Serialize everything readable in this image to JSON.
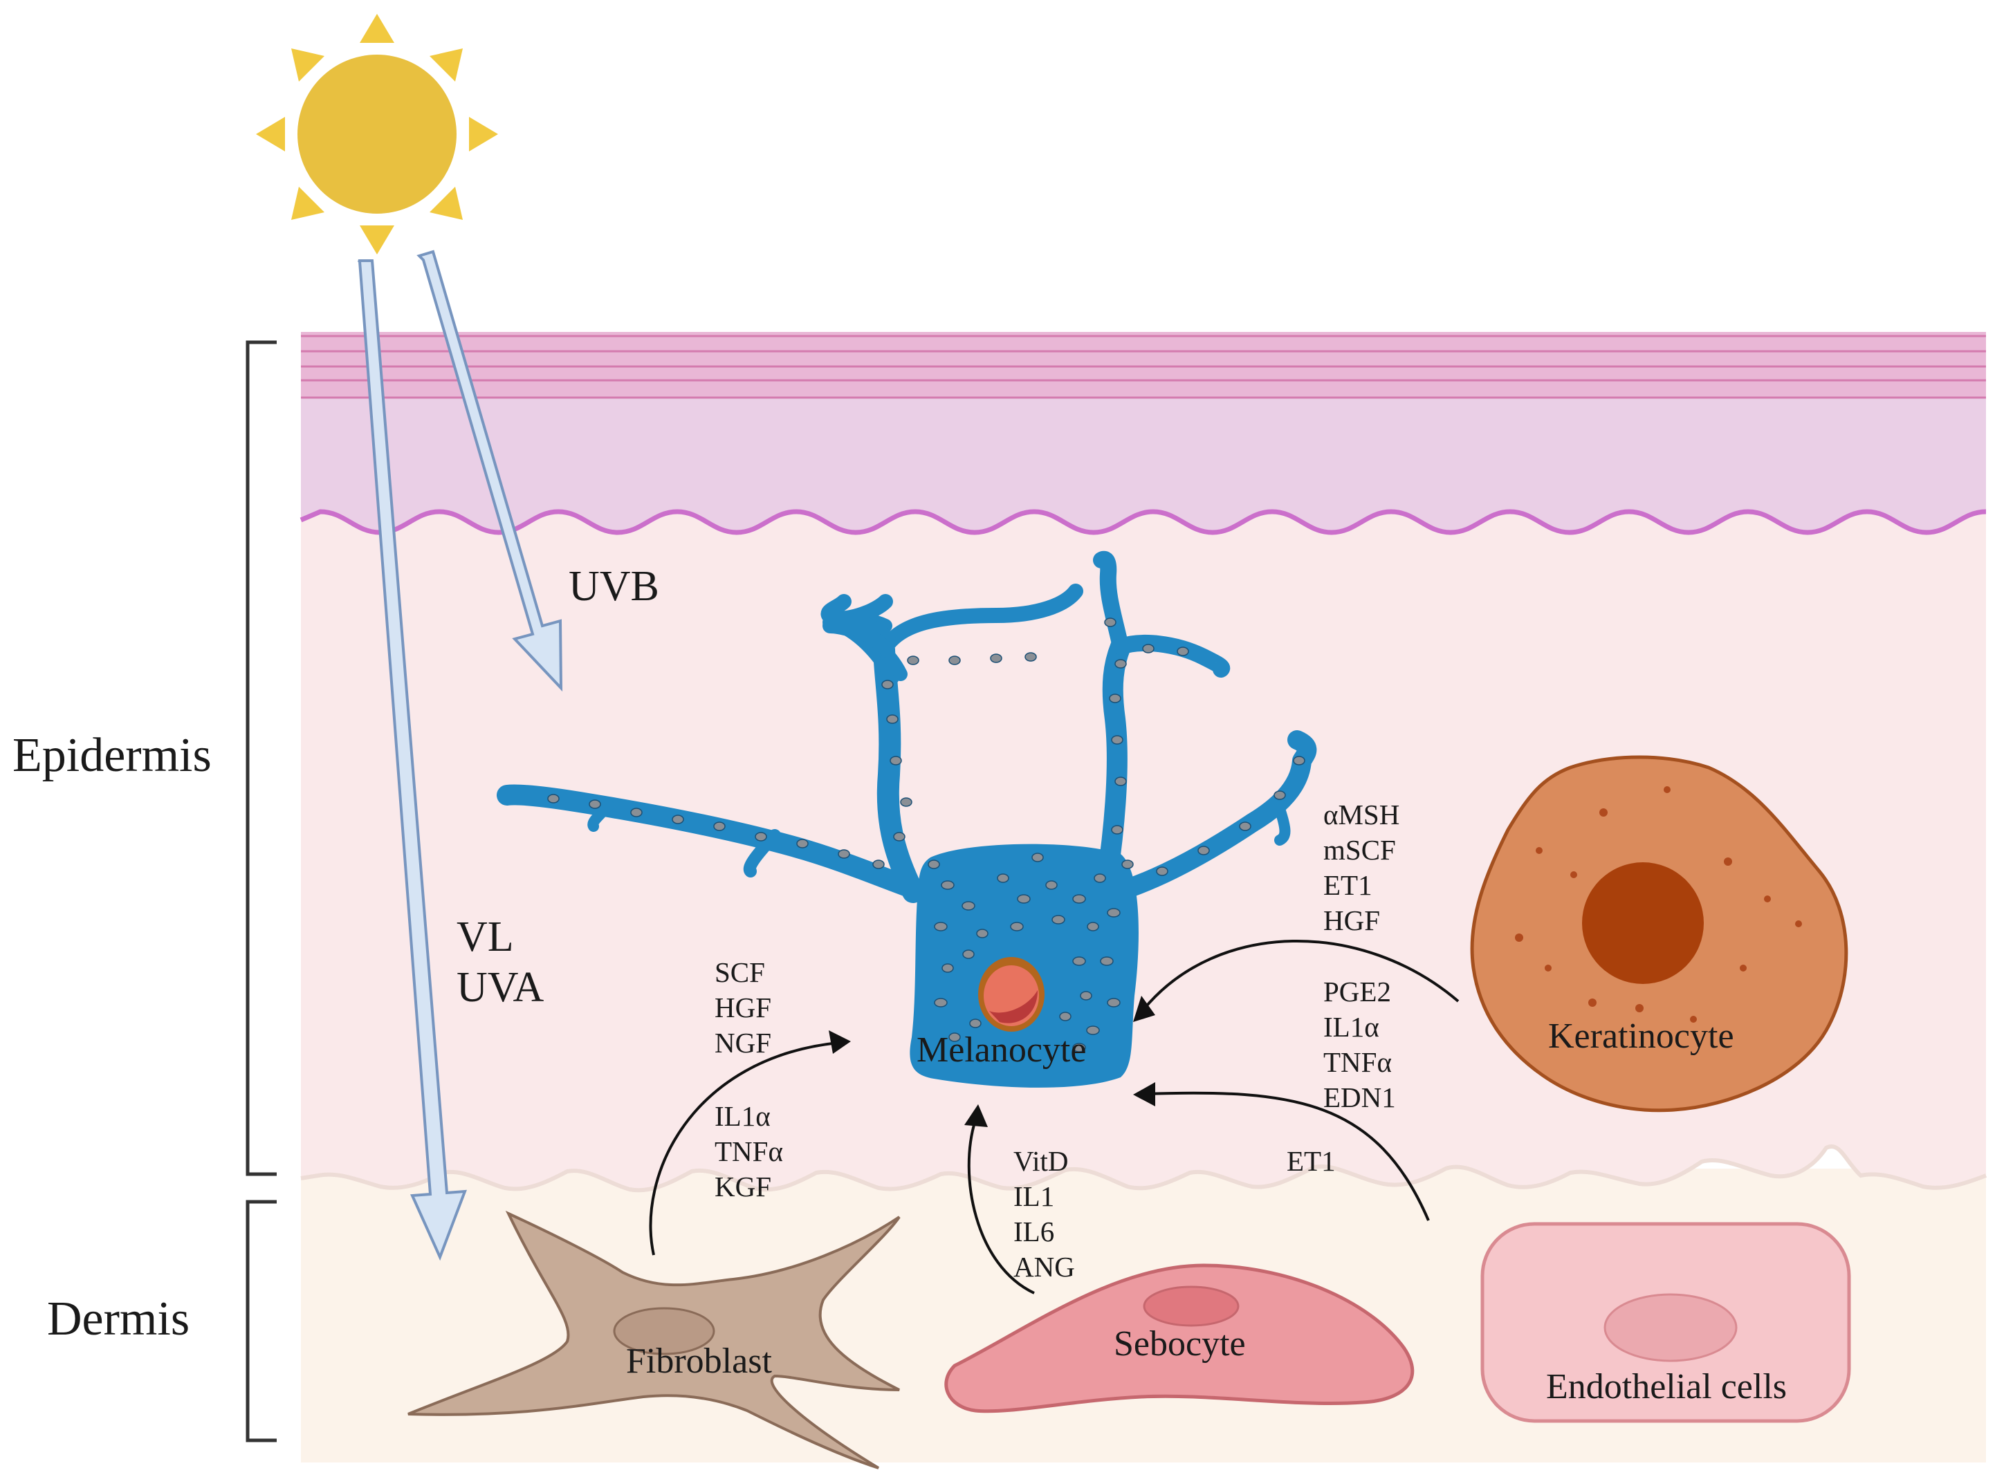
{
  "layers": {
    "epidermis": "Epidermis",
    "dermis": "Dermis"
  },
  "rays": {
    "uvb": "UVB",
    "vl": "VL",
    "uva": "UVA"
  },
  "cells": {
    "melanocyte": "Melanocyte",
    "keratinocyte": "Keratinocyte",
    "fibroblast": "Fibroblast",
    "sebocyte": "Sebocyte",
    "endothelial": "Endothelial cells"
  },
  "factors": {
    "keratinocyte_upper": [
      "αMSH",
      "mSCF",
      "ET1",
      "HGF"
    ],
    "keratinocyte_lower": [
      "PGE2",
      "IL1α",
      "TNFα",
      "EDN1"
    ],
    "fibroblast_upper": [
      "SCF",
      "HGF",
      "NGF"
    ],
    "fibroblast_lower": [
      "IL1α",
      "TNFα",
      "KGF"
    ],
    "sebocyte": [
      "VitD",
      "IL1",
      "IL6",
      "ANG"
    ],
    "endothelial": [
      "ET1"
    ]
  },
  "colors": {
    "sun": "#E8C040",
    "stratum_corneum": "#E9B7D6",
    "upper_epidermis": "#EACFE6",
    "epidermis": "#FAE9EA",
    "dermis": "#FCF3EA",
    "melanocyte": "#2288C4",
    "keratinocyte": "#DA8B5C",
    "fibroblast": "#C7AB97",
    "sebocyte": "#EC9AA0",
    "endothelial": "#F6C6CA",
    "ray": "#D6E4F4"
  },
  "icons": [
    "sun-icon",
    "uvb-arrow-icon",
    "vl-uva-arrow-icon"
  ]
}
